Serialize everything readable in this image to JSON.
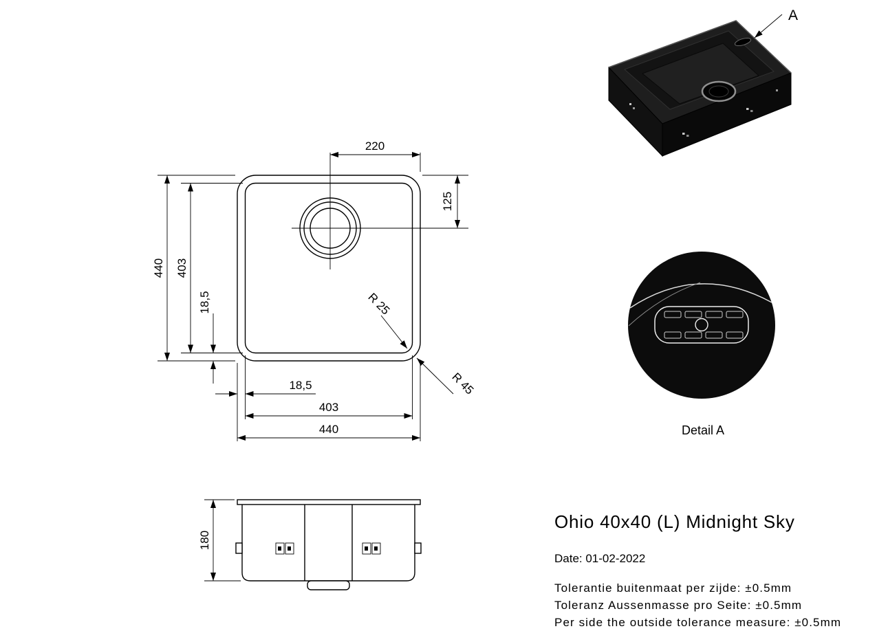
{
  "product": {
    "title": "Ohio 40x40 (L) Midnight Sky",
    "date": "Date: 01-02-2022"
  },
  "tolerance_notes": [
    "Tolerantie buitenmaat per zijde: ±0.5mm",
    "Toleranz Aussenmasse pro Seite: ±0.5mm",
    "Per side the outside tolerance measure: ±0.5mm"
  ],
  "plan_view": {
    "dim_drain_center_from_right": "220",
    "dim_drain_center_from_top": "125",
    "dim_outer_height": "440",
    "dim_inner_height": "403",
    "dim_rim_inset_vertical": "18,5",
    "dim_rim_inset_horizontal": "18,5",
    "dim_inner_width": "403",
    "dim_outer_width": "440",
    "radius_inner_corner": "R 25",
    "radius_outer_corner": "R 45"
  },
  "side_view": {
    "dim_depth": "180"
  },
  "detail_view": {
    "label": "Detail A"
  },
  "iso_view": {
    "marker": "A"
  },
  "colors": {
    "line": "#000000",
    "sink_finish": "#0d0d0d"
  }
}
